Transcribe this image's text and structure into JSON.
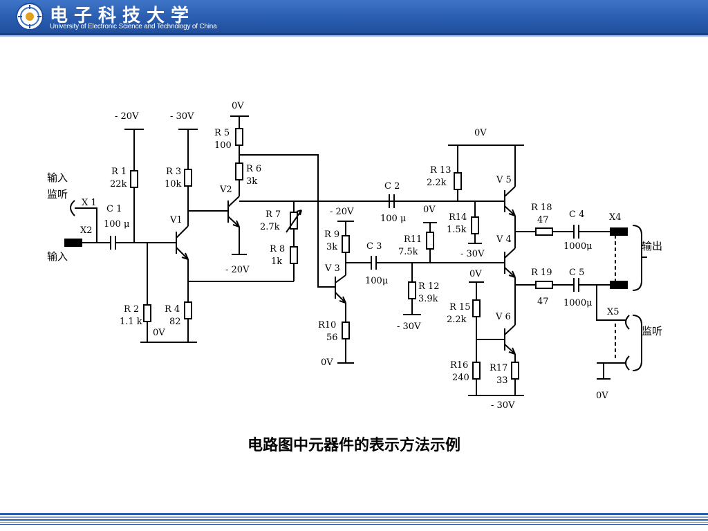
{
  "header": {
    "title_cn": "电子科技大学",
    "title_en": "University of Electronic Science and Technology of China"
  },
  "caption": "电路图中元器件的表示方法示例",
  "diagram": {
    "supplies": {
      "r1_top": "- 20V",
      "r3_top": "- 30V",
      "r5_top": "0V",
      "v2_emitter": "- 20V",
      "r9_top": "- 20V",
      "r10_bottom": "0V",
      "r12_bottom": "- 30V",
      "r11_top": "0V",
      "r14_bottom": "- 30V",
      "r13_rail": "0V",
      "r15_top": "0V",
      "v6_bottom": "- 30V",
      "r2r4_bottom": "0V",
      "x5_bottom": "0V"
    },
    "labels": {
      "input_monitor_1": "输入",
      "input_monitor_2": "监听",
      "input": "输入",
      "output": "输出",
      "monitor": "监听",
      "x1": "X 1",
      "x2": "X2",
      "x4": "X4",
      "x5": "X5",
      "v1": "V1",
      "v2": "V2",
      "v3": "V 3",
      "v4": "V 4",
      "v5": "V 5",
      "v6": "V 6"
    },
    "components": {
      "r1": {
        "name": "R 1",
        "value": "22k"
      },
      "r2": {
        "name": "R 2",
        "value": "1.1 k"
      },
      "r3": {
        "name": "R 3",
        "value": "10k"
      },
      "r4": {
        "name": "R 4",
        "value": "82"
      },
      "r5": {
        "name": "R 5",
        "value": "100"
      },
      "r6": {
        "name": "R 6",
        "value": "3k"
      },
      "r7": {
        "name": "R 7",
        "value": "2.7k"
      },
      "r8": {
        "name": "R 8",
        "value": "1k"
      },
      "r9": {
        "name": "R 9",
        "value": "3k"
      },
      "r10": {
        "name": "R10",
        "value": "56"
      },
      "r11": {
        "name": "R11",
        "value": "7.5k"
      },
      "r12": {
        "name": "R 12",
        "value": "3.9k"
      },
      "r13": {
        "name": "R 13",
        "value": "2.2k"
      },
      "r14": {
        "name": "R14",
        "value": "1.5k"
      },
      "r15": {
        "name": "R 15",
        "value": "2.2k"
      },
      "r16": {
        "name": "R16",
        "value": "240"
      },
      "r17": {
        "name": "R17",
        "value": "33"
      },
      "r18": {
        "name": "R 18",
        "value": "47"
      },
      "r19": {
        "name": "R 19",
        "value": "47"
      },
      "c1": {
        "name": "C 1",
        "value": "100 μ"
      },
      "c2": {
        "name": "C 2",
        "value": "100 μ"
      },
      "c3": {
        "name": "C 3",
        "value": "100μ"
      },
      "c4": {
        "name": "C 4",
        "value": "1000μ"
      },
      "c5": {
        "name": "C 5",
        "value": "1000μ"
      }
    }
  }
}
